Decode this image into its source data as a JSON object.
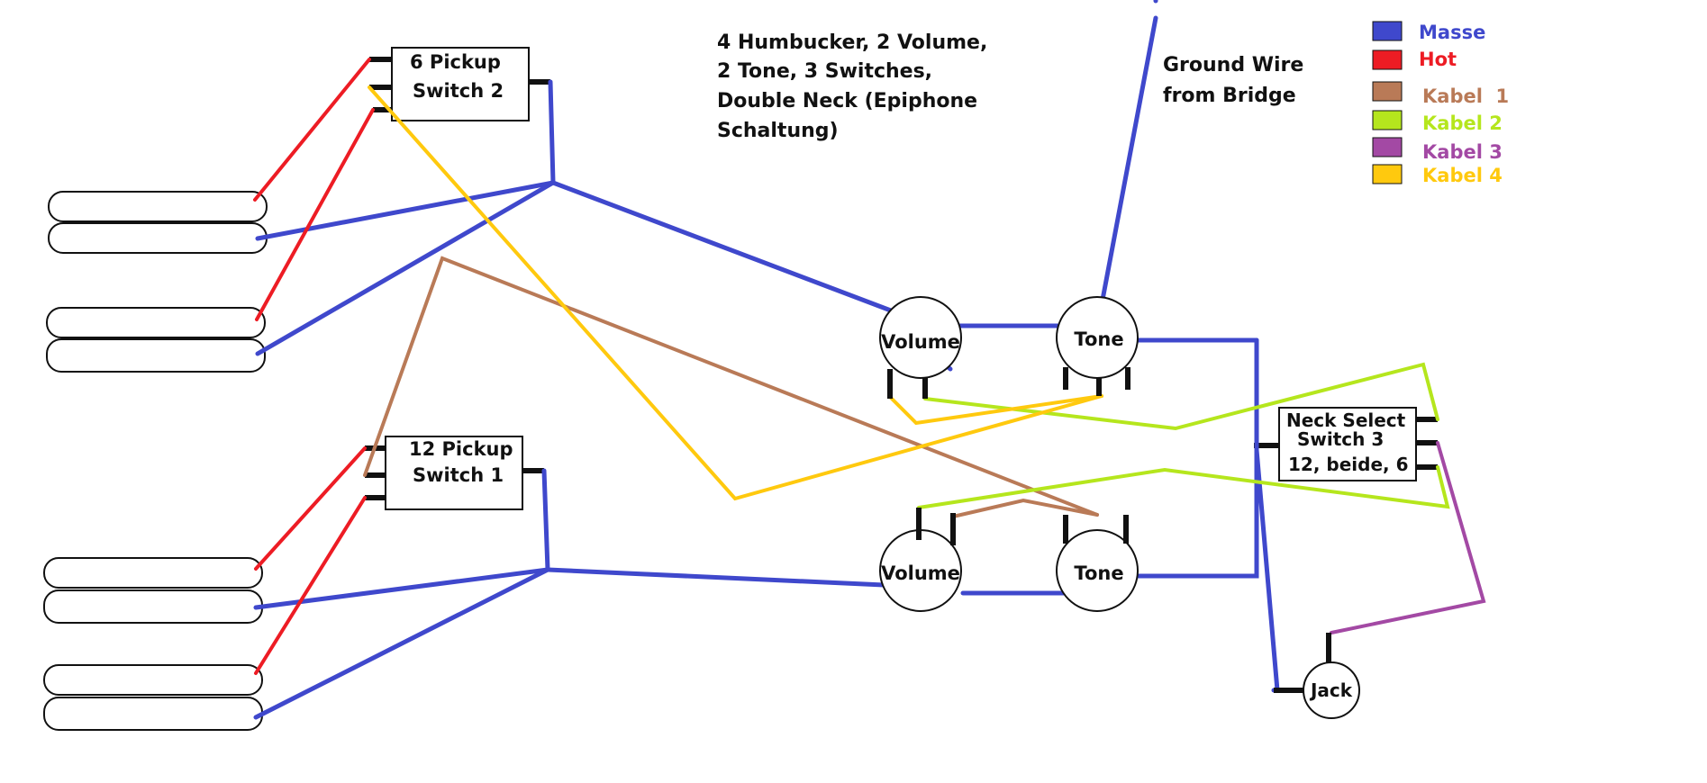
{
  "title_note": {
    "lines": [
      "4 Humbucker, 2 Volume,",
      "2 Tone, 3 Switches,",
      "Double Neck (Epiphone",
      "Schaltung)"
    ]
  },
  "ground_note": {
    "lines": [
      "Ground Wire",
      "from Bridge"
    ]
  },
  "legend": [
    {
      "label": "Masse",
      "color": "#3f48cc"
    },
    {
      "label": "Hot",
      "color": "#ed1c24"
    },
    {
      "label": "Kabel  1",
      "color": "#b97a57"
    },
    {
      "label": "Kabel 2",
      "color": "#b5e61d"
    },
    {
      "label": "Kabel 3",
      "color": "#a349a4"
    },
    {
      "label": "Kabel 4",
      "color": "#ffc90e"
    }
  ],
  "switches": {
    "six": {
      "line1": "6 Pickup",
      "line2": "Switch 2"
    },
    "twelve": {
      "line1": "12 Pickup",
      "line2": "Switch 1"
    },
    "neck": {
      "line1": "Neck Select",
      "line2": "Switch 3",
      "line3": "12, beide, 6"
    }
  },
  "pots": {
    "vol_top": "Volume",
    "tone_top": "Tone",
    "vol_bottom": "Volume",
    "tone_bottom": "Tone"
  },
  "jack": "Jack"
}
